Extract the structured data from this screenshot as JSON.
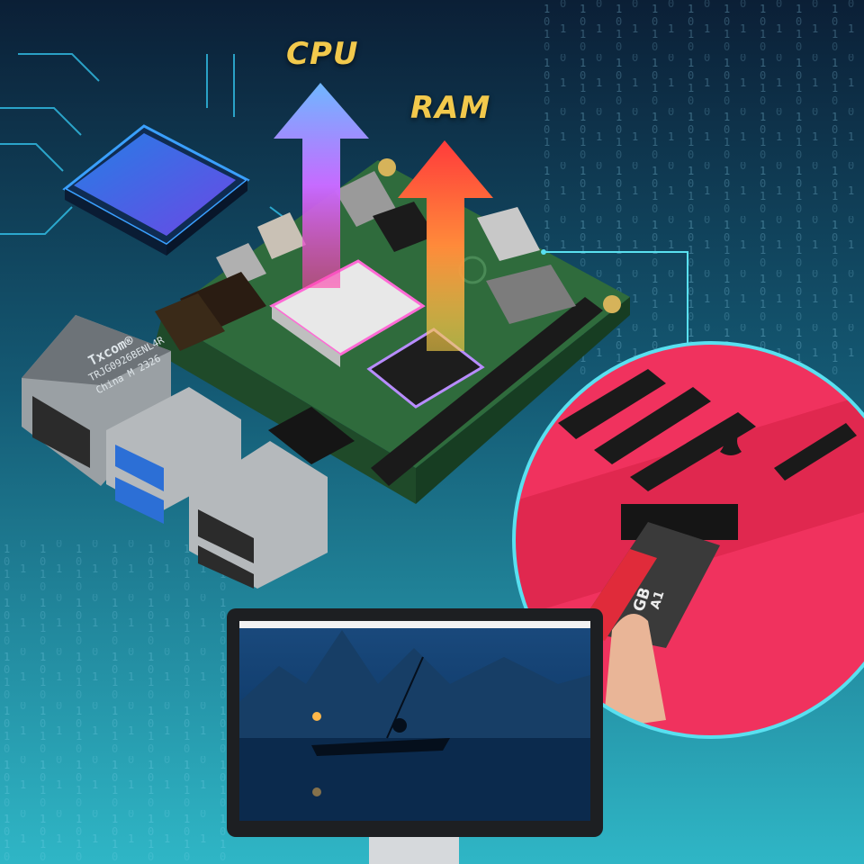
{
  "labels": {
    "cpu": "CPU",
    "ram": "RAM"
  },
  "ethernet_jack": {
    "brand": "Txcom®",
    "part": "TRJG0926BENL4R",
    "origin": "China M 2326"
  },
  "sd_card": {
    "capacity": "GB",
    "class": "A1"
  },
  "colors": {
    "background_top": "#0b1f36",
    "background_bottom": "#2fb6c6",
    "board_green": "#2f6b3c",
    "cpu_arrow_top": "#6fb7ff",
    "cpu_arrow_bottom": "#ff3fa8",
    "ram_arrow_top": "#ff3b3b",
    "ram_arrow_bottom": "#ffd84a",
    "case_pink": "#f0325e",
    "label_yellow": "#f2c94c",
    "callout_line": "#59e0f0"
  },
  "icons": [
    "processor-icon",
    "raspberry-logo-icon",
    "binary-code-rain",
    "microsd-card-icon",
    "desktop-monitor-icon"
  ]
}
